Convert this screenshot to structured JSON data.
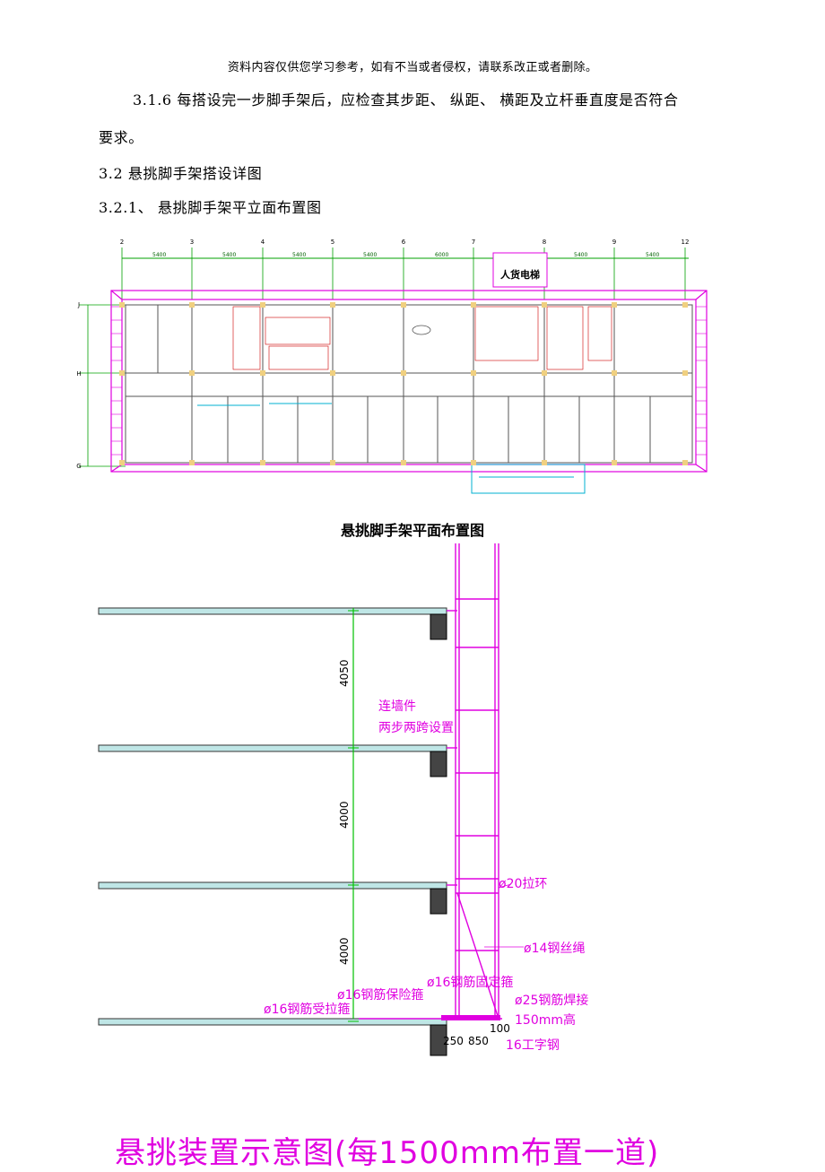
{
  "header_note": "资料内容仅供您学习参考，如有不当或者侵权，请联系改正或者删除。",
  "para_3_1_6": "3.1.6  每搭设完一步脚手架后，应检查其步距、 纵距、 横距及立杆垂直度是否符合",
  "para_3_1_6_cont": "要求。",
  "heading_3_2": "3.2  悬挑脚手架搭设详图",
  "heading_3_2_1": "3.2.1、  悬挑脚手架平立面布置图",
  "plan": {
    "axis_labels": [
      "2",
      "3",
      "4",
      "5",
      "6",
      "7",
      "8",
      "9",
      "12"
    ],
    "row_labels": [
      "J",
      "H",
      "G"
    ],
    "elevator_label": "人货电梯",
    "title": "悬挑脚手架平面布置图"
  },
  "section": {
    "dims": [
      "4050",
      "4000",
      "4000"
    ],
    "wall_tie_label": "连墙件",
    "wall_tie_note": "两步两跨设置",
    "labels": {
      "pull_ring": "ø20拉环",
      "wire_rope": "ø14钢丝绳",
      "fix_hoop": "ø16钢筋固定箍",
      "safety_hoop": "ø16钢筋保险箍",
      "pull_bar": "ø16钢筋受拉箍",
      "weld": "ø25钢筋焊接",
      "height": "150mm高",
      "i_beam": "16工字钢",
      "d100": "100",
      "d250": "250",
      "d850": "850"
    }
  },
  "bottom_caption": "悬挑装置示意图(每1500mm布置一道)"
}
